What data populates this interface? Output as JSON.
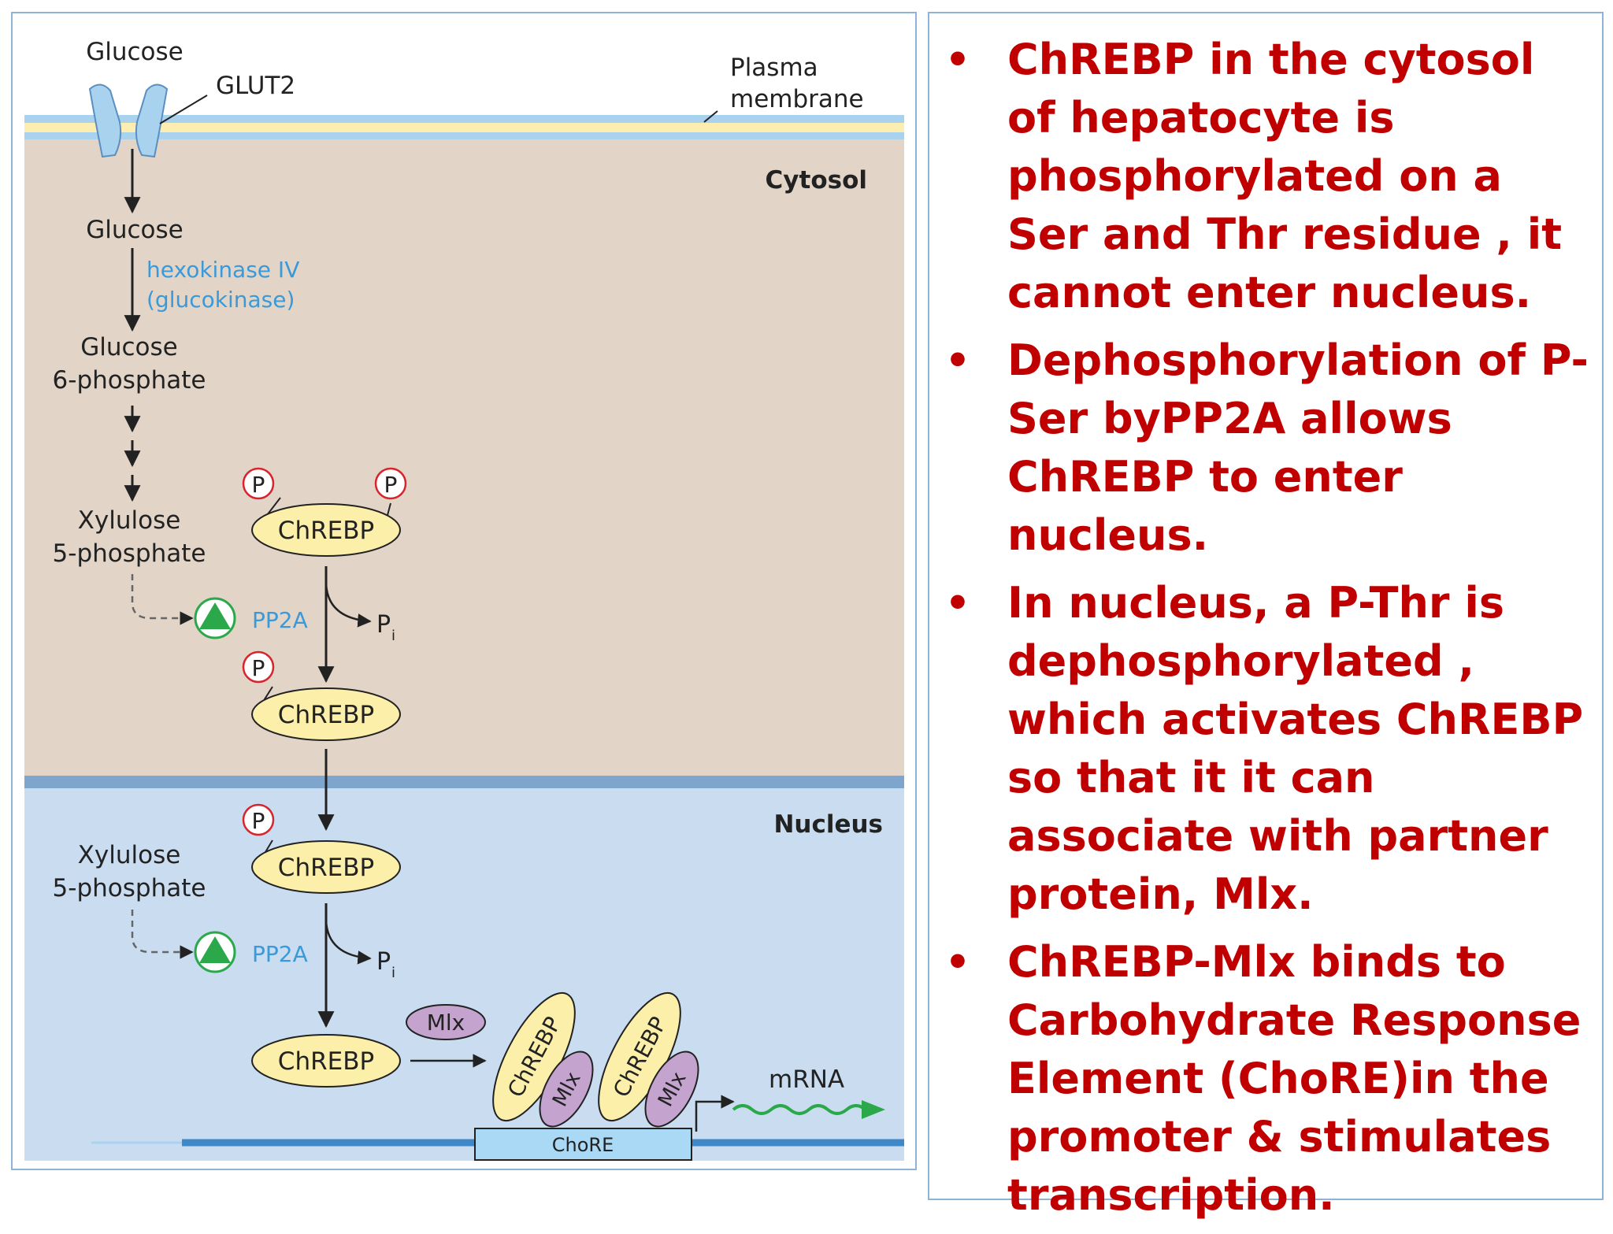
{
  "diagram": {
    "membrane_label_line1": "Plasma",
    "membrane_label_line2": "membrane",
    "transporter": "GLUT2",
    "cytosol_label": "Cytosol",
    "nucleus_label": "Nucleus",
    "glucose_outside": "Glucose",
    "glucose_inside": "Glucose",
    "enzyme_line1": "hexokinase IV",
    "enzyme_line2": "(glucokinase)",
    "g6p_line1": "Glucose",
    "g6p_line2": "6-phosphate",
    "x5p_line1": "Xylulose",
    "x5p_line2": "5-phosphate",
    "pp2a": "PP2A",
    "chrebp": "ChREBP",
    "phosphate": "P",
    "pi": "P",
    "pi_sub": "i",
    "mlx": "Mlx",
    "chore": "ChoRE",
    "mrna": "mRNA"
  },
  "colors": {
    "cytosol": "#e2d5c8",
    "nucleus": "#c9dcf0",
    "membrane_blue": "#a9d2ee",
    "membrane_yellow": "#fbeeb0",
    "nuclear_envelope": "#7ea6cc",
    "chrebp_fill": "#fbefaa",
    "mlx_fill": "#c4a3cf",
    "pp2a_green": "#2aa84a",
    "phospho_red": "#d8242c",
    "dna_blue": "#3f88c8",
    "mrna_green": "#2aa84a",
    "text_red": "#c00000"
  },
  "points": [
    "ChREBP in the cytosol of hepatocyte is phosphorylated on a Ser and Thr residue , it cannot enter nucleus.",
    "Dephosphorylation of P-Ser byPP2A allows ChREBP to enter nucleus.",
    "In nucleus, a P-Thr is dephosphorylated , which activates ChREBP so that it it can associate with partner protein, Mlx.",
    "ChREBP-Mlx binds to Carbohydrate Response Element (ChoRE)in the promoter & stimulates transcription."
  ]
}
